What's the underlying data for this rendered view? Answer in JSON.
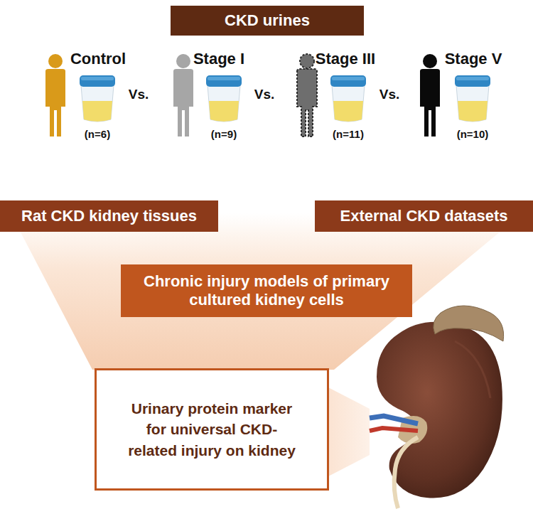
{
  "diagram": {
    "nodes": [
      {
        "text": [
          "CKD urines"
        ]
      },
      {
        "text": [
          "Rat CKD kidney tissues"
        ]
      },
      {
        "text": [
          "External CKD datasets"
        ]
      },
      {
        "text": [
          "Chronic injury models of primary cultured kidney cells"
        ]
      },
      {
        "text": [
          "Urinary protein marker for universal CKD-related injury on kidney"
        ]
      }
    ],
    "labels": [
      "Control",
      "Vs.",
      "Stage I",
      "Vs.",
      "Stage III",
      "Vs.",
      "Stage V",
      "(n=6)",
      "(n=9)",
      "(n=11)",
      "(n=10)"
    ]
  }
}
